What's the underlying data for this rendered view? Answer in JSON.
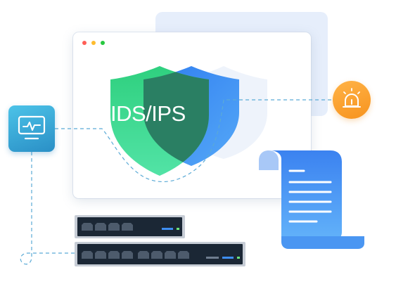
{
  "title": "IDS/IPS",
  "window_controls": [
    "close",
    "minimize",
    "maximize"
  ],
  "icons": {
    "monitor": "monitor-pulse-icon",
    "alarm": "alarm-light-icon",
    "log": "log-scroll-icon"
  },
  "colors": {
    "shield_green": "#3ddc8f",
    "shield_blue": "#3d8cf0",
    "tile_blue": "#2a8fc6",
    "alarm_orange": "#f7931e",
    "dashed_line": "#5aaad6",
    "device_body": "#1b2735"
  },
  "devices": [
    {
      "name": "switch-small",
      "ports": 4
    },
    {
      "name": "switch-large",
      "ports": 8
    }
  ]
}
